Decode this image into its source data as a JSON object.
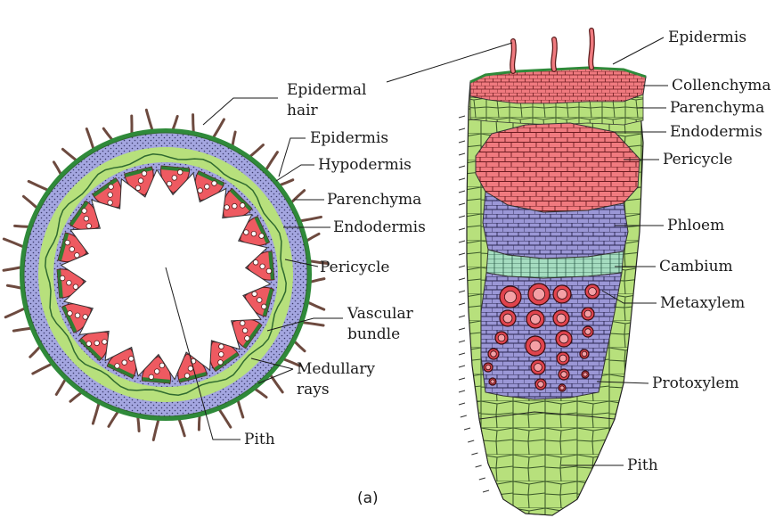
{
  "colors": {
    "green": "#b7e07c",
    "dark_green": "#2f7d32",
    "stipple": "#a4a6e0",
    "red": "#f07a7f",
    "xylem_red": "#e0444d",
    "purple": "#9b97d6",
    "cambium": "#a5dcc0",
    "hair": "#6d4a3f",
    "line": "#1a1a1a"
  },
  "left_labels": {
    "epidermal_hair": [
      "Epidermal",
      "hair"
    ],
    "epidermis": "Epidermis",
    "hypodermis": "Hypodermis",
    "parenchyma": "Parenchyma",
    "endodermis": "Endodermis",
    "pericycle": "Pericycle",
    "vascular_bundle": [
      "Vascular",
      "bundle"
    ],
    "medullary_rays": [
      "Medullary",
      "rays"
    ],
    "pith": "Pith"
  },
  "right_labels": {
    "epidermis": "Epidermis",
    "collenchyma": "Collenchyma",
    "parenchyma": "Parenchyma",
    "endodermis": "Endodermis",
    "pericycle": "Pericycle",
    "phloem": "Phloem",
    "cambium": "Cambium",
    "metaxylem": "Metaxylem",
    "protoxylem": "Protoxylem",
    "pith": "Pith"
  },
  "caption": "(a)"
}
